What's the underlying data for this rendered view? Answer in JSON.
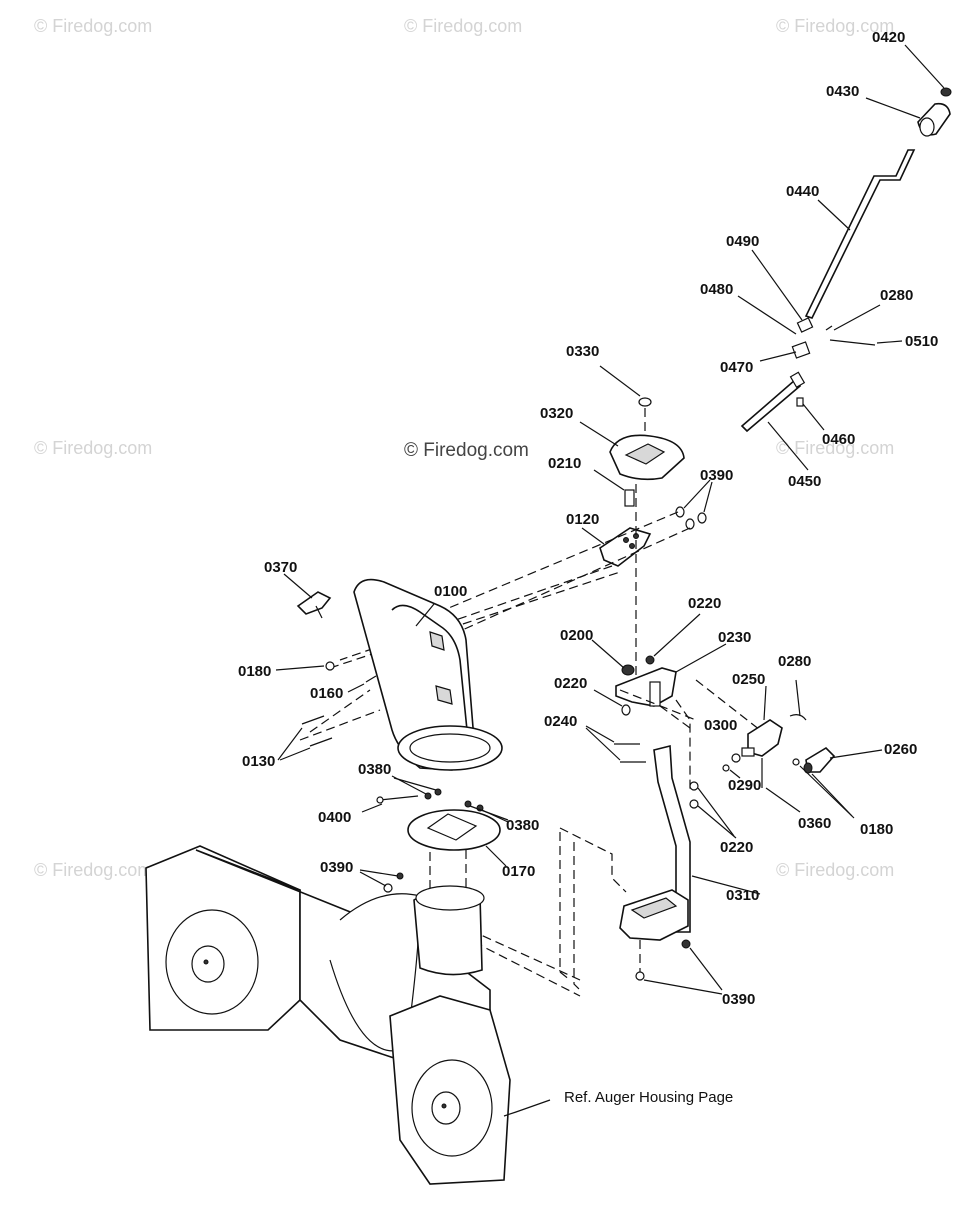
{
  "watermark": "© Firedog.com",
  "center_watermark": "© Firedog.com",
  "reference_note": "Ref. Auger Housing Page",
  "callouts": {
    "c0420": "0420",
    "c0430": "0430",
    "c0440": "0440",
    "c0490": "0490",
    "c0480": "0480",
    "c0280_top": "0280",
    "c0510": "0510",
    "c0470": "0470",
    "c0460": "0460",
    "c0450": "0450",
    "c0330": "0330",
    "c0320": "0320",
    "c0210": "0210",
    "c0390_top": "0390",
    "c0120": "0120",
    "c0370": "0370",
    "c0100": "0100",
    "c0180_left": "0180",
    "c0160": "0160",
    "c0130": "0130",
    "c0220_top": "0220",
    "c0200": "0200",
    "c0230": "0230",
    "c0220_mid": "0220",
    "c0240": "0240",
    "c0280_mid": "0280",
    "c0250": "0250",
    "c0300": "0300",
    "c0260": "0260",
    "c0290": "0290",
    "c0360": "0360",
    "c0180_right": "0180",
    "c0220_low": "0220",
    "c0380_a": "0380",
    "c0380_b": "0380",
    "c0400": "0400",
    "c0170": "0170",
    "c0390_left": "0390",
    "c0310": "0310",
    "c0390_bottom": "0390"
  }
}
